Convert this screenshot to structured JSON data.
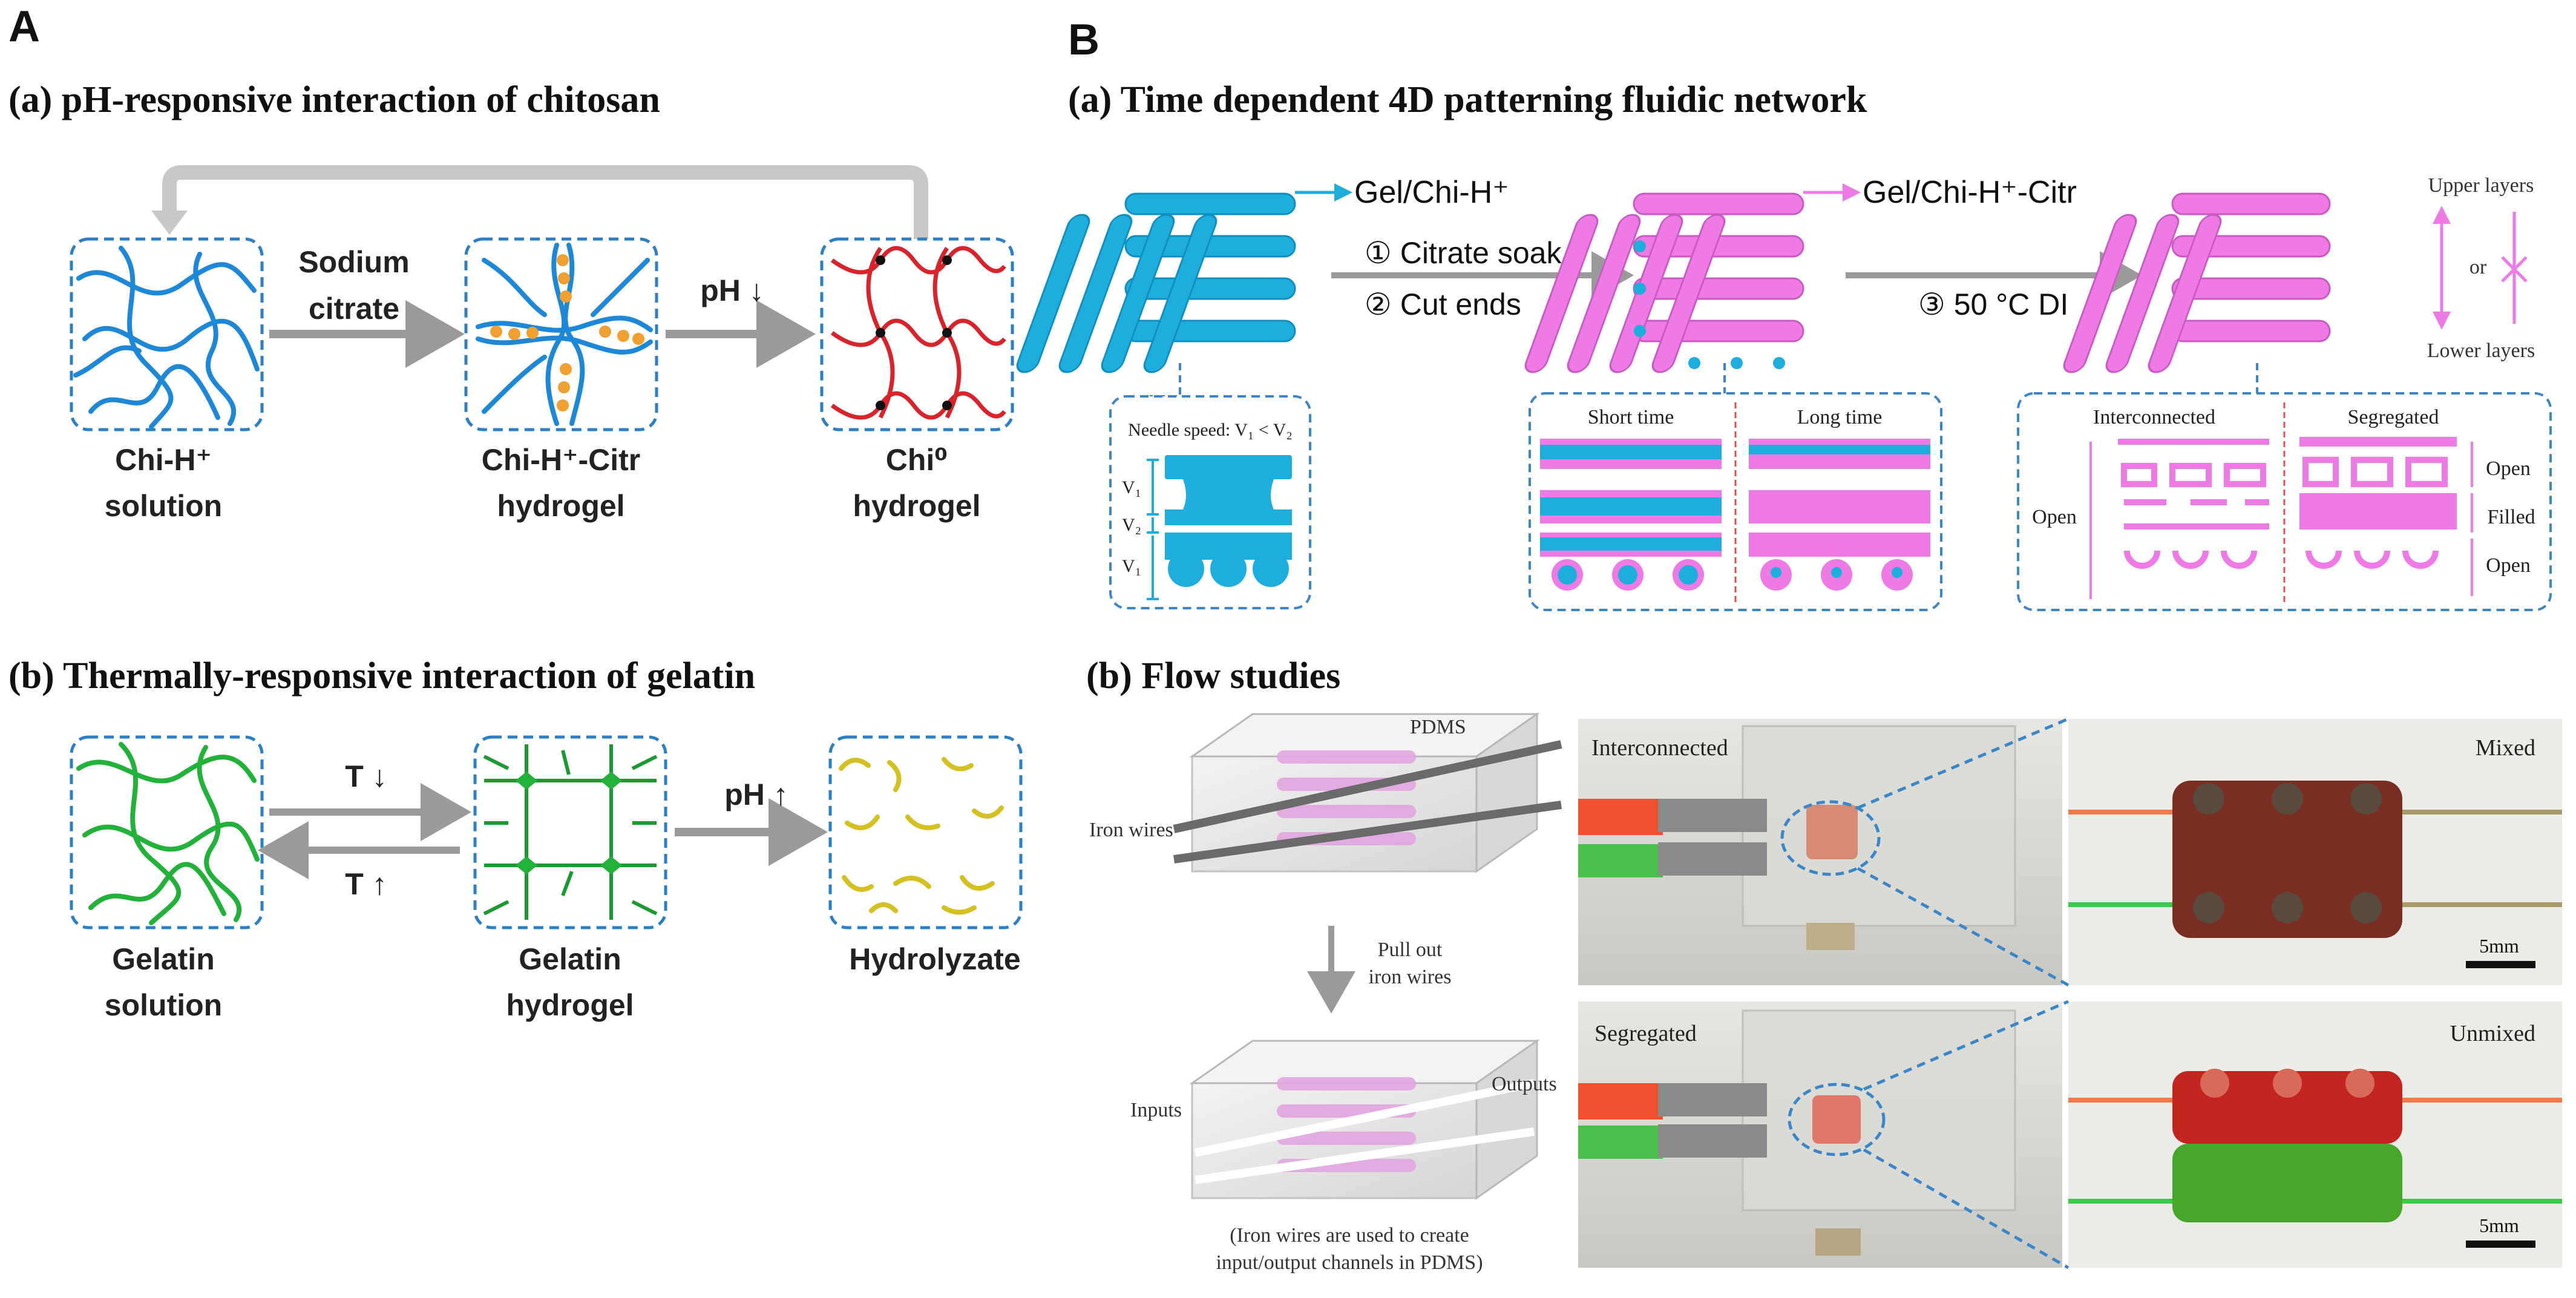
{
  "panelA": {
    "letter": "A",
    "partA": {
      "heading": "(a) pH-responsive interaction of chitosan",
      "arrow1": {
        "line1": "Sodium",
        "line2": "citrate"
      },
      "arrow2": "pH ↓",
      "box1": {
        "line1": "Chi-H⁺",
        "line2": "solution"
      },
      "box2": {
        "line1": "Chi-H⁺-Citr",
        "line2": "hydrogel"
      },
      "box3": {
        "line1": "Chi⁰",
        "line2": "hydrogel"
      }
    },
    "partB": {
      "heading": "(b) Thermally-responsive interaction of gelatin",
      "arrowCool": "T ↓",
      "arrowHeat": "T ↑",
      "arrowPh": "pH ↑",
      "box1": {
        "line1": "Gelatin",
        "line2": "solution"
      },
      "box2": {
        "line1": "Gelatin",
        "line2": "hydrogel"
      },
      "box3": {
        "line1": "Hydrolyzate"
      }
    },
    "colors": {
      "chitosan": "#1e88d8",
      "crosslink": "#f0a030",
      "chi0": "#d8232a",
      "gelatin": "#22b23a",
      "hydrolyzate": "#d4c020",
      "arrow": "#9a9a9a",
      "box": "#2a7fc8"
    }
  },
  "panelB": {
    "letter": "B",
    "partA": {
      "heading": "(a) Time dependent 4D patterning fluidic network",
      "label1": "Gel/Chi-H⁺",
      "label2": "Gel/Chi-H⁺-Citr",
      "step1": "① Citrate soak",
      "step2": "② Cut ends",
      "step3": "③ 50 °C DI",
      "upperLayers": "Upper layers",
      "or": "or",
      "lowerLayers": "Lower layers",
      "inset1": {
        "title": "Needle speed: V₁ < V₂",
        "v1a": "V₁",
        "v2": "V₂",
        "v1b": "V₁"
      },
      "inset2": {
        "left": "Short time",
        "right": "Long time"
      },
      "inset3": {
        "left": "Interconnected",
        "right": "Segregated",
        "open": "Open",
        "rOpen1": "Open",
        "rFilled": "Filled",
        "rOpen2": "Open"
      }
    },
    "partB": {
      "heading": "(b) Flow studies",
      "pdms": "PDMS",
      "ironWires": "Iron wires",
      "pullOut1": "Pull out",
      "pullOut2": "iron wires",
      "inputs": "Inputs",
      "outputs": "Outputs",
      "caption1": "(Iron wires are used to create",
      "caption2": "input/output channels in PDMS)",
      "photoInterconnected": "Interconnected",
      "photoMixed": "Mixed",
      "photoSegregated": "Segregated",
      "photoUnmixed": "Unmixed",
      "scale1": "5mm",
      "scale2": "5mm"
    },
    "colors": {
      "cyan": "#1eaedd",
      "pink": "#ee7ae6",
      "insetBorder": "#3a86c8",
      "divider": "#e05050"
    }
  }
}
